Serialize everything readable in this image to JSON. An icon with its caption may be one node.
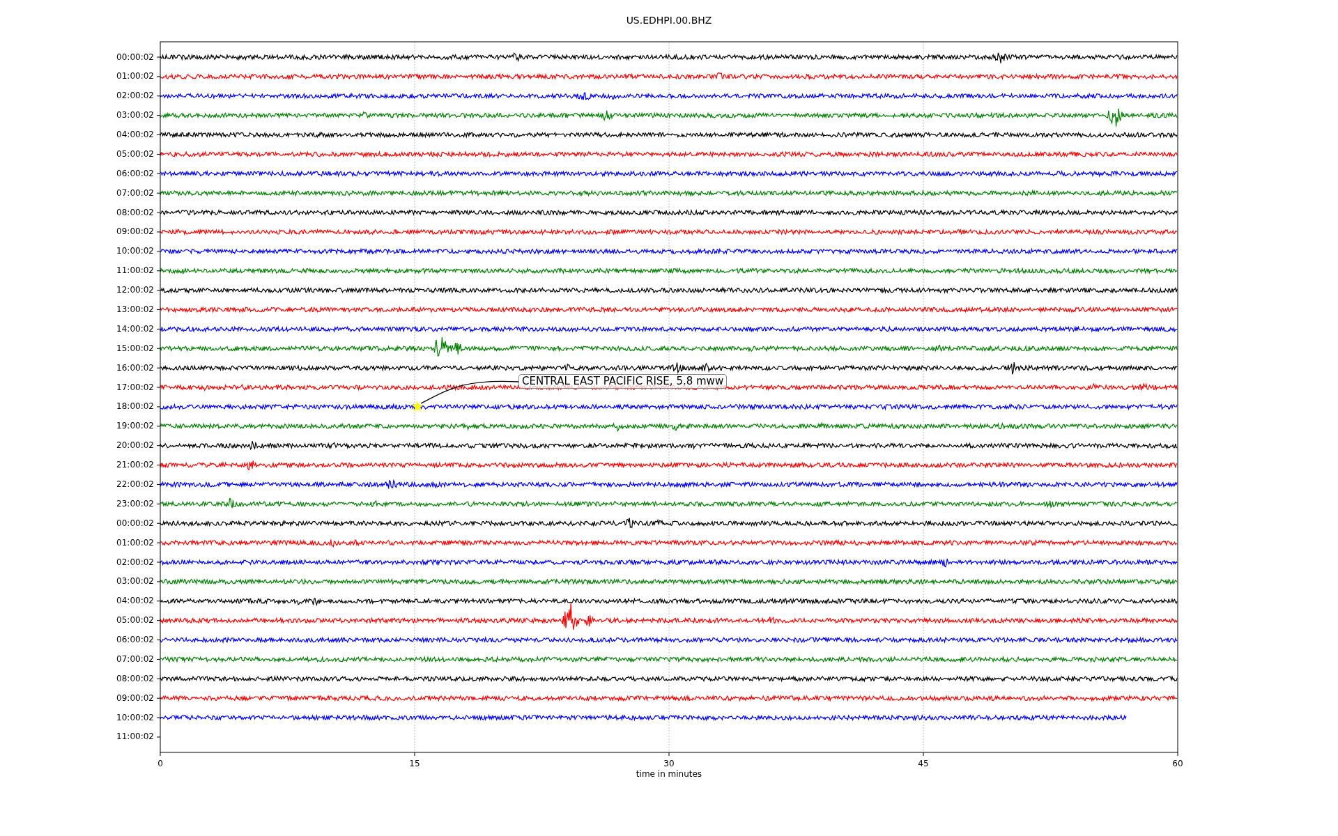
{
  "diagram": {
    "title": "US.EDHPI.00.BHZ",
    "nodes": [
      {
        "text": [
          "CENTRAL EAST PACIFIC RISE, 5.8 mww"
        ]
      },
      {
        "text": [],
        "shape": "star"
      }
    ],
    "edges": [
      {
        "from": 0,
        "to": 1,
        "arrow": "none"
      }
    ],
    "labels": [
      "00:00:02",
      "01:00:02",
      "02:00:02",
      "03:00:02",
      "04:00:02",
      "05:00:02",
      "06:00:02",
      "07:00:02",
      "08:00:02",
      "09:00:02",
      "10:00:02",
      "11:00:02",
      "12:00:02",
      "13:00:02",
      "14:00:02",
      "15:00:02",
      "16:00:02",
      "17:00:02",
      "18:00:02",
      "19:00:02",
      "20:00:02",
      "21:00:02",
      "22:00:02",
      "23:00:02",
      "00:00:02",
      "01:00:02",
      "02:00:02",
      "03:00:02",
      "04:00:02",
      "05:00:02",
      "06:00:02",
      "07:00:02",
      "08:00:02",
      "09:00:02",
      "10:00:02",
      "11:00:02",
      "0",
      "15",
      "30",
      "45",
      "60",
      "time in minutes"
    ]
  }
}
